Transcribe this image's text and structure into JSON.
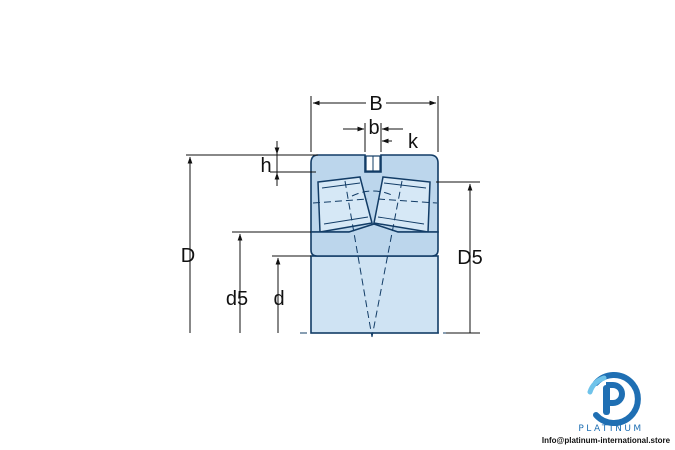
{
  "labels": {
    "B": "B",
    "b": "b",
    "k": "k",
    "h": "h",
    "D": "D",
    "D5": "D5",
    "d5": "d5",
    "d": "d"
  },
  "logo": {
    "brand": "PLATINUM",
    "contact": "Info@platinum-international.store",
    "icon": "platinum-p-logo-icon"
  },
  "colors": {
    "bearing_fill": "#bcd6ec",
    "bearing_stroke": "#123c66",
    "roller_fill": "#d6e8f6",
    "bore_fill": "#cfe3f3",
    "dimension_line": "#111111",
    "brand_blue": "#1f6fb3"
  }
}
